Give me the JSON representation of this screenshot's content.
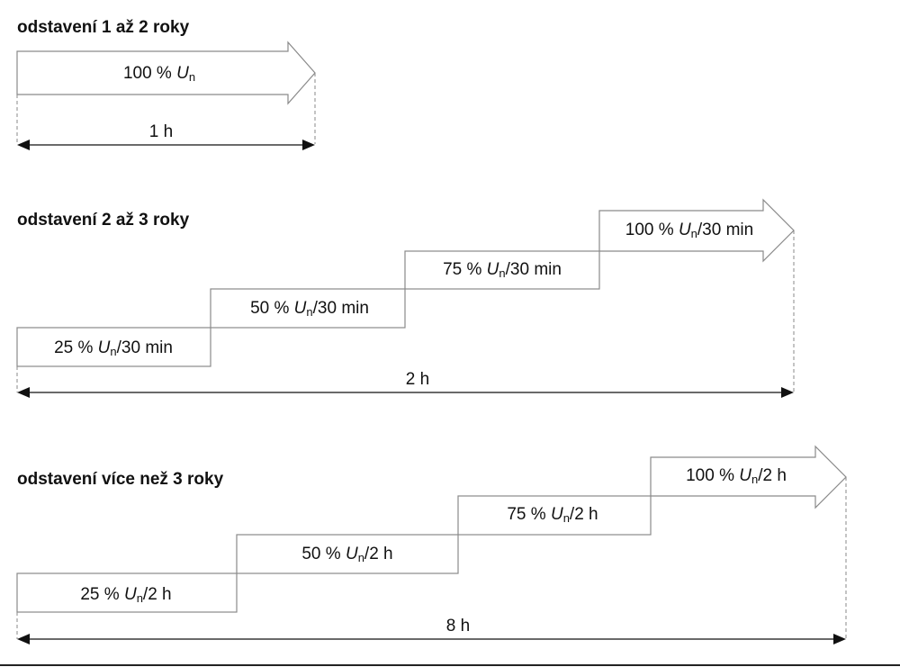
{
  "sections": [
    {
      "title": "odstavení 1 až 2 roky",
      "steps": [
        {
          "percent": "100 %",
          "symbol": "U",
          "subscript": "n",
          "suffix": ""
        }
      ],
      "duration": "1 h"
    },
    {
      "title": "odstavení 2 až 3 roky",
      "steps": [
        {
          "percent": "25 %",
          "symbol": "U",
          "subscript": "n",
          "suffix": "/30 min"
        },
        {
          "percent": "50 %",
          "symbol": "U",
          "subscript": "n",
          "suffix": "/30 min"
        },
        {
          "percent": "75 %",
          "symbol": "U",
          "subscript": "n",
          "suffix": "/30 min"
        },
        {
          "percent": "100 %",
          "symbol": "U",
          "subscript": "n",
          "suffix": "/30 min"
        }
      ],
      "duration": "2 h"
    },
    {
      "title": "odstavení více než 3 roky",
      "steps": [
        {
          "percent": "25 %",
          "symbol": "U",
          "subscript": "n",
          "suffix": "/2 h"
        },
        {
          "percent": "50 %",
          "symbol": "U",
          "subscript": "n",
          "suffix": "/2 h"
        },
        {
          "percent": "75 %",
          "symbol": "U",
          "subscript": "n",
          "suffix": "/2 h"
        },
        {
          "percent": "100 %",
          "symbol": "U",
          "subscript": "n",
          "suffix": "/2 h"
        }
      ],
      "duration": "8 h"
    }
  ]
}
